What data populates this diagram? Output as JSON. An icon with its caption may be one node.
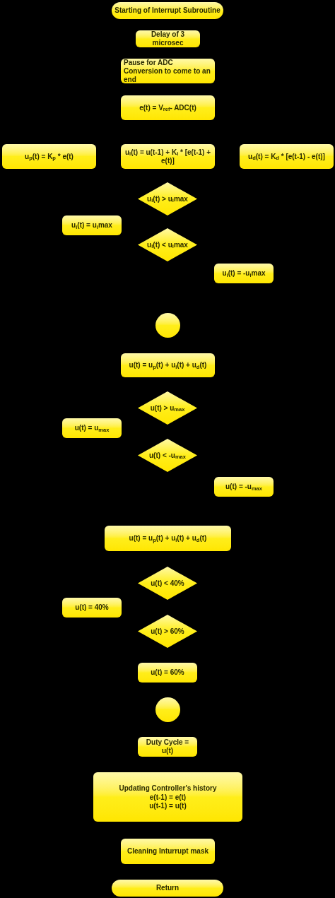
{
  "diagram": {
    "nodes": [
      {
        "text": [
          "Starting of Interrupt Subroutine"
        ]
      },
      {
        "text": [
          "Delay of 3 microsec"
        ]
      },
      {
        "text": [
          "Pause for ADC Conversion to come to an end"
        ]
      },
      {
        "text": [
          "e(t) = V$_{ref}$- ADC(t)"
        ]
      },
      {
        "text": [
          "u$_{p}$(t) = K$_{p}$ * e(t)"
        ]
      },
      {
        "text": [
          "u$_{i}$(t) = u(t-1) + K$_{i}$ * [e(t-1) + e(t)]"
        ]
      },
      {
        "text": [
          "u$_{d}$(t) = K$_{d}$ * [e(t-1) - e(t)]"
        ]
      },
      {
        "text": [
          "u$_{i}$(t) > u$_{i}$max"
        ]
      },
      {
        "text": [
          "u$_{i}$(t) = u$_{i}$max"
        ]
      },
      {
        "text": [
          "u$_{i}$(t) < u$_{i}$max"
        ]
      },
      {
        "text": [
          "u$_{i}$(t) = -u$_{i}$max"
        ]
      },
      {
        "text": [],
        "shape": "circle"
      },
      {
        "text": [
          "u(t) = u$_{p}$(t) + u$_{i}$(t) + u$_{d}$(t)"
        ]
      },
      {
        "text": [
          "u(t) > u$_{max}$"
        ]
      },
      {
        "text": [
          "u(t) = u$_{max}$"
        ]
      },
      {
        "text": [
          "u(t) < -u$_{max}$"
        ]
      },
      {
        "text": [
          "u(t) = -u$_{max}$"
        ]
      },
      {
        "text": [
          "u(t) = u$_{p}$(t) + u$_{i}$(t) + u$_{d}$(t)"
        ]
      },
      {
        "text": [
          "u(t) < 40%"
        ]
      },
      {
        "text": [
          "u(t) = 40%"
        ]
      },
      {
        "text": [
          "u(t) > 60%"
        ]
      },
      {
        "text": [
          "u(t) = 60%"
        ]
      },
      {
        "text": [],
        "shape": "circle"
      },
      {
        "text": [
          "Duty Cycle = u(t)"
        ]
      },
      {
        "text": [
          "Updating Controller's history",
          "e(t-1) = e(t)",
          "u(t-1) = u(t)"
        ]
      },
      {
        "text": [
          "Cleaning Inturrupt mask"
        ]
      },
      {
        "text": [
          "Return"
        ]
      }
    ]
  }
}
